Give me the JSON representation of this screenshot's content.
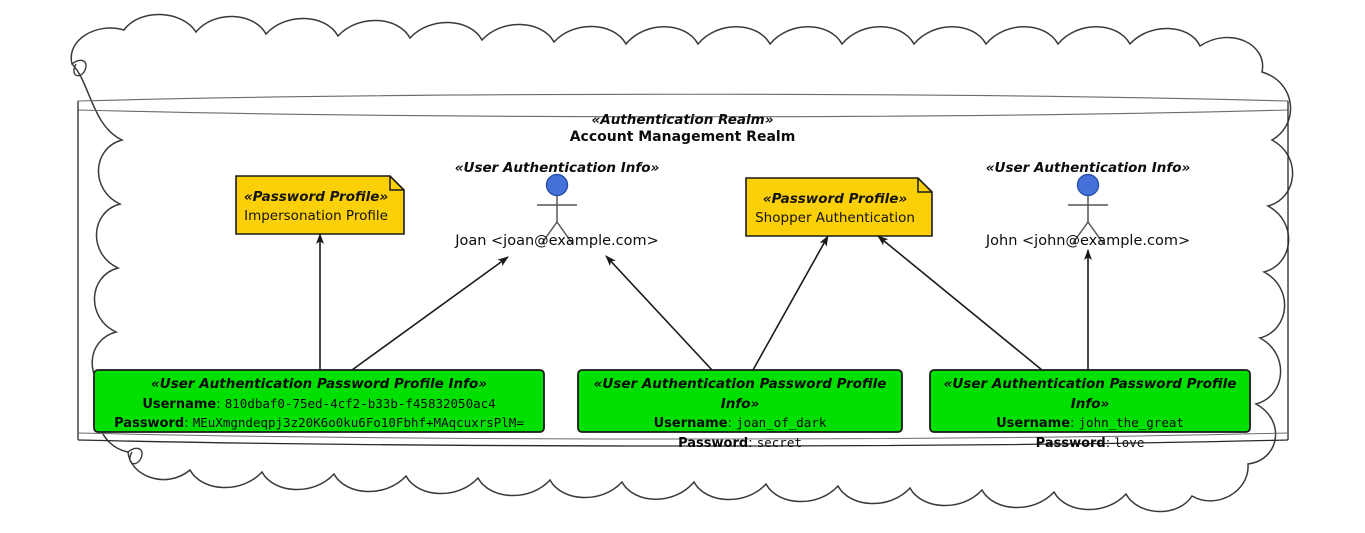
{
  "diagram": {
    "kind": "uml-object-diagram",
    "boundary": {
      "shape": "cloud",
      "name": "cloud-boundary"
    },
    "colors": {
      "note_fill": "#FCD006",
      "note_stroke": "#1a1a1a",
      "object_fill": "#00E000",
      "object_stroke": "#1a1a1a",
      "actor_head": "#4472D8",
      "actor_head_stroke": "#2A4FA8",
      "line": "#1a1a1a",
      "page_background": "#FFFFFF"
    }
  },
  "realm": {
    "stereotype": "«Authentication Realm»",
    "name": "Account Management Realm"
  },
  "notes": [
    {
      "id": "impersonation-profile",
      "stereotype": "«Password Profile»",
      "name": "Impersonation Profile"
    },
    {
      "id": "shopper-authentication",
      "stereotype": "«Password Profile»",
      "name": "Shopper Authentication"
    }
  ],
  "actors": [
    {
      "id": "joan",
      "stereotype": "«User Authentication Info»",
      "label": "Joan <joan@example.com>"
    },
    {
      "id": "john",
      "stereotype": "«User Authentication Info»",
      "label": "John <john@example.com>"
    }
  ],
  "objects": [
    {
      "id": "impersonation-credentials",
      "stereotype": "«User Authentication Password Profile Info»",
      "fields": [
        {
          "key": "Username",
          "sep": ": ",
          "value": "810dbaf0-75ed-4cf2-b33b-f45832050ac4"
        },
        {
          "key": "Password",
          "sep": ": ",
          "value": "MEuXmgndeqpj3z20K6o0ku6Fo10Fbhf+MAqcuxrsPlM="
        }
      ]
    },
    {
      "id": "joan-credentials",
      "stereotype": "«User Authentication Password Profile Info»",
      "fields": [
        {
          "key": "Username",
          "sep": ": ",
          "value": "joan_of_dark"
        },
        {
          "key": "Password",
          "sep": ": ",
          "value": "secret"
        }
      ]
    },
    {
      "id": "john-credentials",
      "stereotype": "«User Authentication Password Profile Info»",
      "fields": [
        {
          "key": "Username",
          "sep": ": ",
          "value": "john_the_great"
        },
        {
          "key": "Password",
          "sep": ": ",
          "value": "love"
        }
      ]
    }
  ],
  "links": [
    {
      "from": "impersonation-credentials",
      "to": "impersonation-profile",
      "style": "solid-arrow"
    },
    {
      "from": "impersonation-credentials",
      "to": "joan",
      "style": "solid-arrow"
    },
    {
      "from": "joan-credentials",
      "to": "joan",
      "style": "solid-arrow"
    },
    {
      "from": "joan-credentials",
      "to": "shopper-authentication",
      "style": "solid-arrow"
    },
    {
      "from": "john-credentials",
      "to": "shopper-authentication",
      "style": "solid-arrow"
    },
    {
      "from": "john-credentials",
      "to": "john",
      "style": "solid-arrow"
    }
  ]
}
